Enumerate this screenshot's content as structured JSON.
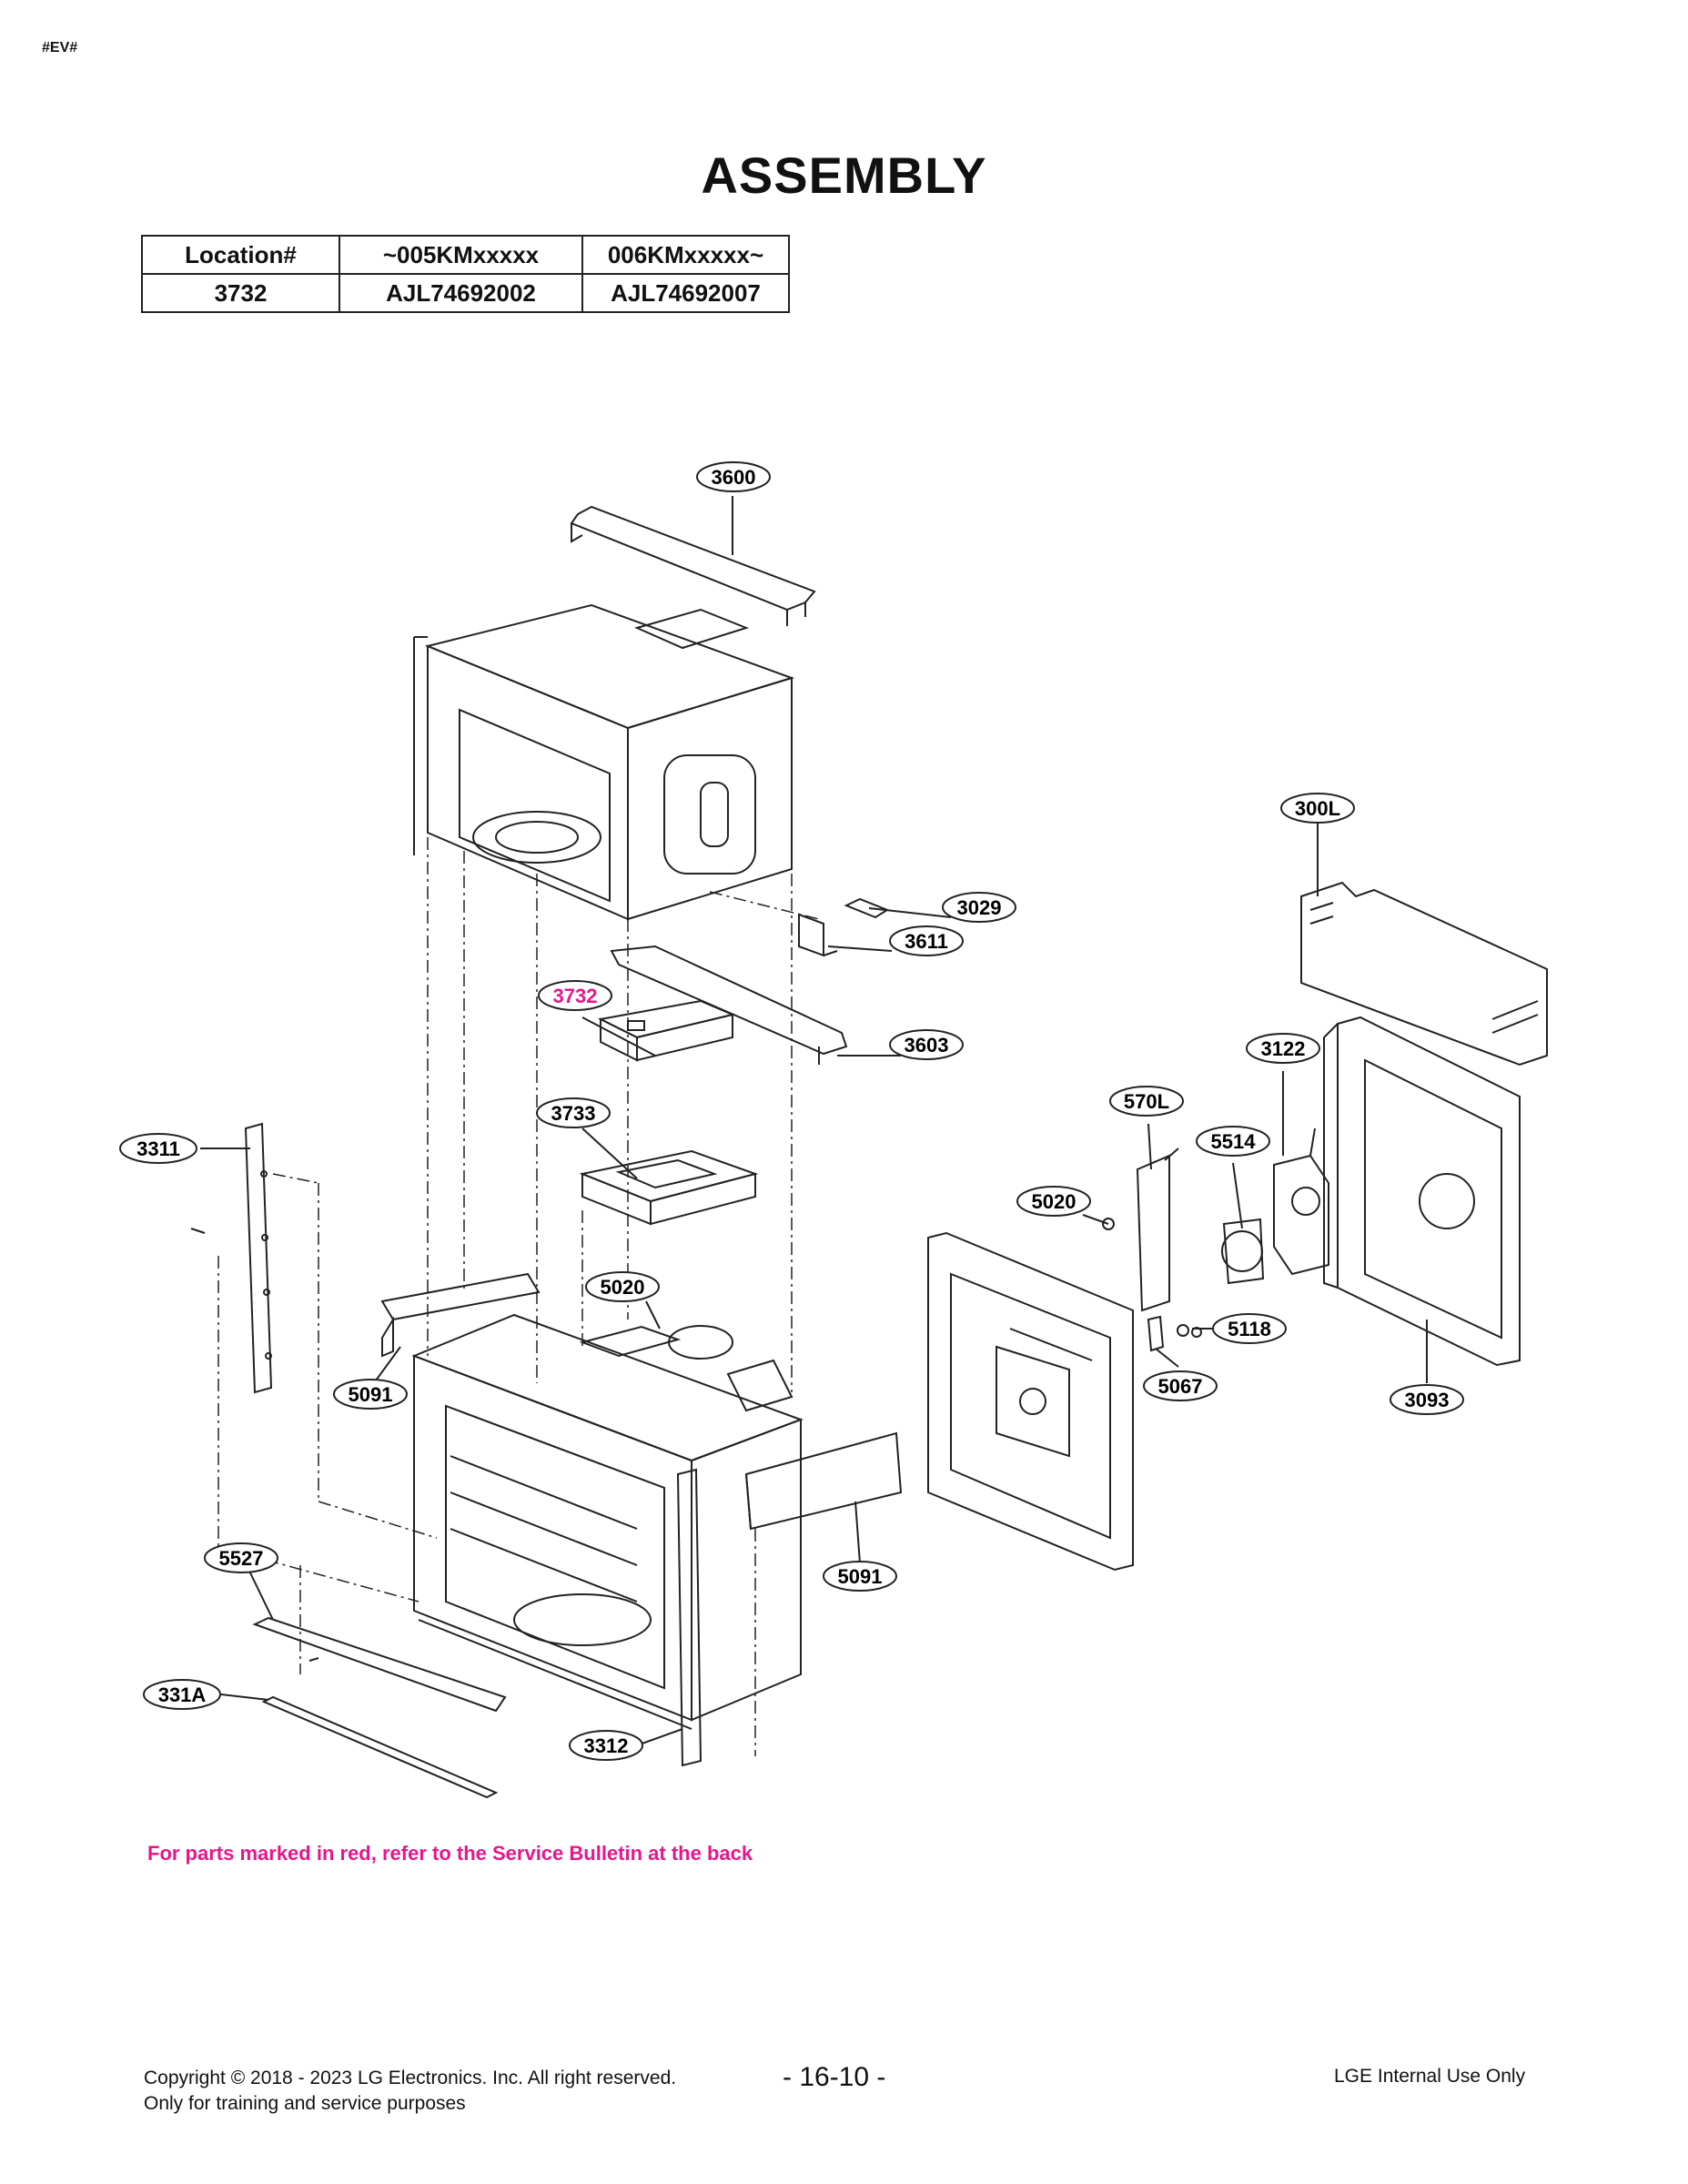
{
  "header": {
    "tag": "#EV#",
    "title": "ASSEMBLY"
  },
  "location_table": {
    "headers": [
      "Location#",
      "~005KMxxxxx",
      "006KMxxxxx~"
    ],
    "rows": [
      [
        "3732",
        "AJL74692002",
        "AJL74692007"
      ]
    ]
  },
  "callouts": [
    {
      "label": "3600",
      "highlight": false
    },
    {
      "label": "300L",
      "highlight": false
    },
    {
      "label": "3029",
      "highlight": false
    },
    {
      "label": "3611",
      "highlight": false
    },
    {
      "label": "3732",
      "highlight": true
    },
    {
      "label": "3603",
      "highlight": false
    },
    {
      "label": "3122",
      "highlight": false
    },
    {
      "label": "570L",
      "highlight": false
    },
    {
      "label": "3733",
      "highlight": false
    },
    {
      "label": "5514",
      "highlight": false
    },
    {
      "label": "3311",
      "highlight": false
    },
    {
      "label": "5020",
      "highlight": false
    },
    {
      "label": "5020",
      "highlight": false
    },
    {
      "label": "5118",
      "highlight": false
    },
    {
      "label": "5067",
      "highlight": false
    },
    {
      "label": "3093",
      "highlight": false
    },
    {
      "label": "5091",
      "highlight": false
    },
    {
      "label": "5527",
      "highlight": false
    },
    {
      "label": "5091",
      "highlight": false
    },
    {
      "label": "331A",
      "highlight": false
    },
    {
      "label": "3312",
      "highlight": false
    }
  ],
  "colors": {
    "highlight": "#e6168c",
    "line": "#222222"
  },
  "note": "For parts marked in red, refer to the Service Bulletin at the back",
  "footer": {
    "copyright": "Copyright © 2018 - 2023 LG Electronics. Inc. All right reserved.",
    "purpose": "Only for training and service purposes",
    "page": "- 16-10 -",
    "internal": "LGE Internal Use Only"
  }
}
